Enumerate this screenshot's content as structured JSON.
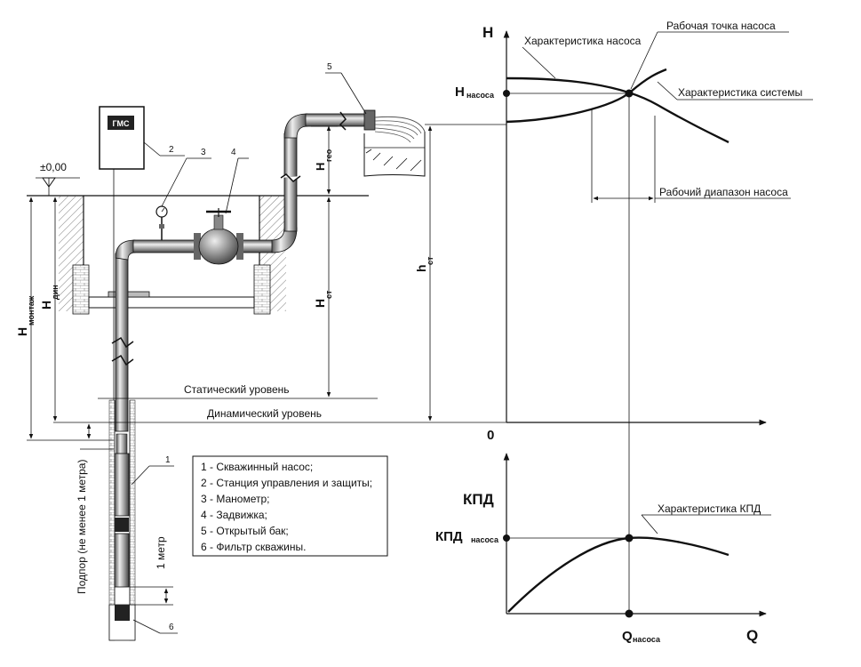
{
  "level_zero": "±0,00",
  "chart_top": {
    "axis_y": "H",
    "axis_x_zero": "0",
    "h_pump": "H",
    "h_pump_sub": "насоса",
    "curve_pump_label": "Характеристика насоса",
    "operating_point_label": "Рабочая точка насоса",
    "curve_system_label": "Характеристика системы",
    "range_label": "Рабочий диапазон насоса"
  },
  "chart_bottom": {
    "axis_y": "КПД",
    "kpd_pump": "КПД",
    "kpd_pump_sub": "насоса",
    "curve_kpd_label": "Характеристика КПД",
    "q_pump": "Q",
    "q_pump_sub": "насоса",
    "axis_x": "Q"
  },
  "levels": {
    "static": "Статический уровень",
    "dynamic": "Динамический уровень"
  },
  "dims": {
    "h_mount": "H",
    "h_mount_sub": "монтаж",
    "h_dyn": "H",
    "h_dyn_sub": "дин",
    "h_st": "H",
    "h_st_sub": "ст",
    "h_geo": "H",
    "h_geo_sub": "гео",
    "h_st_small": "h",
    "h_st_small_sub": "ст",
    "podpor": "Подпор (не менее 1 метра)",
    "one_meter": "1 метр"
  },
  "callouts": [
    "1",
    "2",
    "3",
    "4",
    "5",
    "6"
  ],
  "station_logo": "ГМС",
  "legend": [
    "1 - Скважинный насос;",
    "2 - Станция управления и защиты;",
    "3 - Манометр;",
    "4 - Задвижка;",
    "5 - Открытый бак;",
    "6 - Фильтр скважины."
  ]
}
